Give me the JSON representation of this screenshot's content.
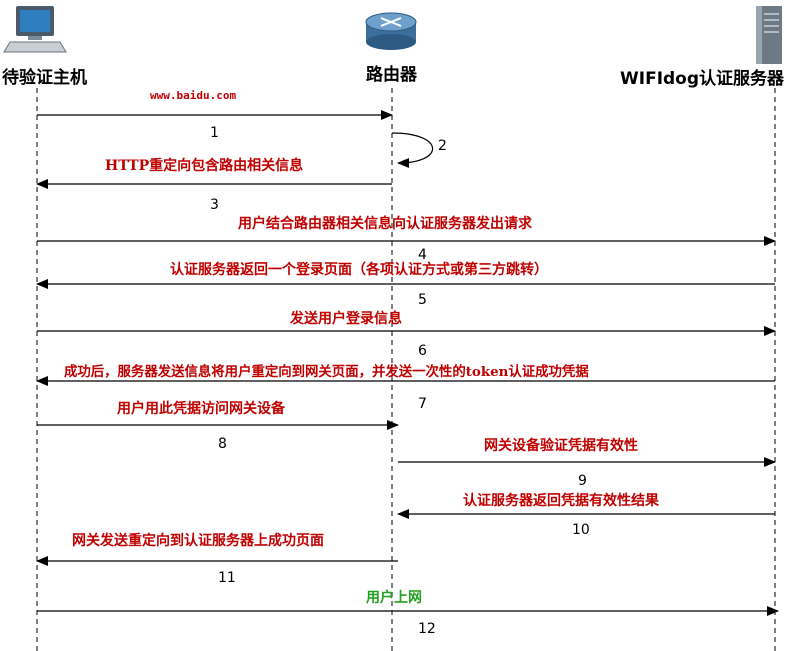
{
  "actors": {
    "host": "待验证主机",
    "router": "路由器",
    "auth_server": "WIFIdog认证服务器"
  },
  "messages": [
    {
      "text": "www.baidu.com",
      "step": "1",
      "color": "#c00000"
    },
    {
      "text": "",
      "step": "2",
      "color": "#c00000"
    },
    {
      "text": "HTTP重定向包含路由相关信息",
      "step": "3",
      "color": "#c00000"
    },
    {
      "text": "用户结合路由器相关信息向认证服务器发出请求",
      "step": "4",
      "color": "#c00000"
    },
    {
      "text": "认证服务器返回一个登录页面（各项认证方式或第三方跳转）",
      "step": "5",
      "color": "#c00000"
    },
    {
      "text": "发送用户登录信息",
      "step": "6",
      "color": "#c00000"
    },
    {
      "text": "成功后，服务器发送信息将用户重定向到网关页面，并发送一次性的token认证成功凭据",
      "step": "7",
      "color": "#c00000"
    },
    {
      "text": "用户用此凭据访问网关设备",
      "step": "8",
      "color": "#c00000"
    },
    {
      "text": "网关设备验证凭据有效性",
      "step": "9",
      "color": "#c00000"
    },
    {
      "text": "认证服务器返回凭据有效性结果",
      "step": "10",
      "color": "#c00000"
    },
    {
      "text": "网关发送重定向到认证服务器上成功页面",
      "step": "11",
      "color": "#c00000"
    },
    {
      "text": "用户上网",
      "step": "12",
      "color": "#22a020"
    }
  ]
}
